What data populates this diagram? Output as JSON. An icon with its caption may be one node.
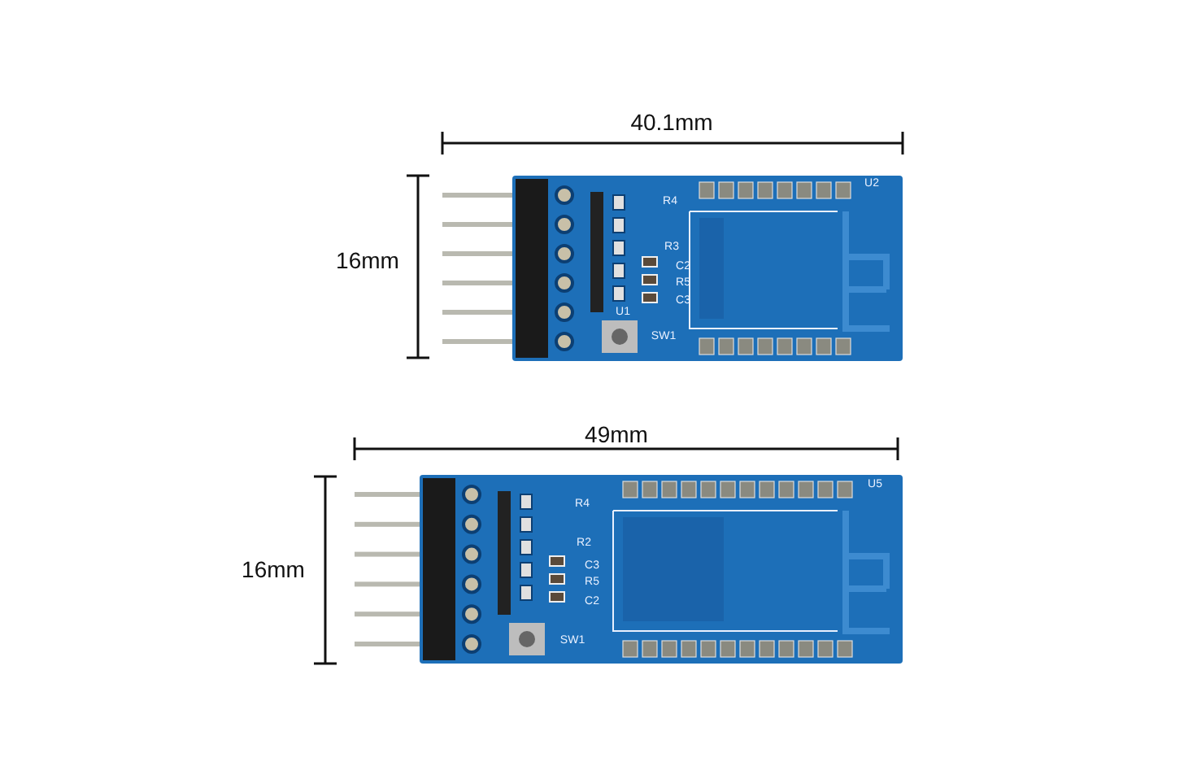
{
  "diagram": {
    "labels": [
      "40.1mm",
      "16mm",
      "U2",
      "R4",
      "R3",
      "C2",
      "R5",
      "C3",
      "U1",
      "SW1",
      "49mm",
      "16mm",
      "U5",
      "R4",
      "R2",
      "C3",
      "R5",
      "C2",
      "SW1"
    ]
  }
}
